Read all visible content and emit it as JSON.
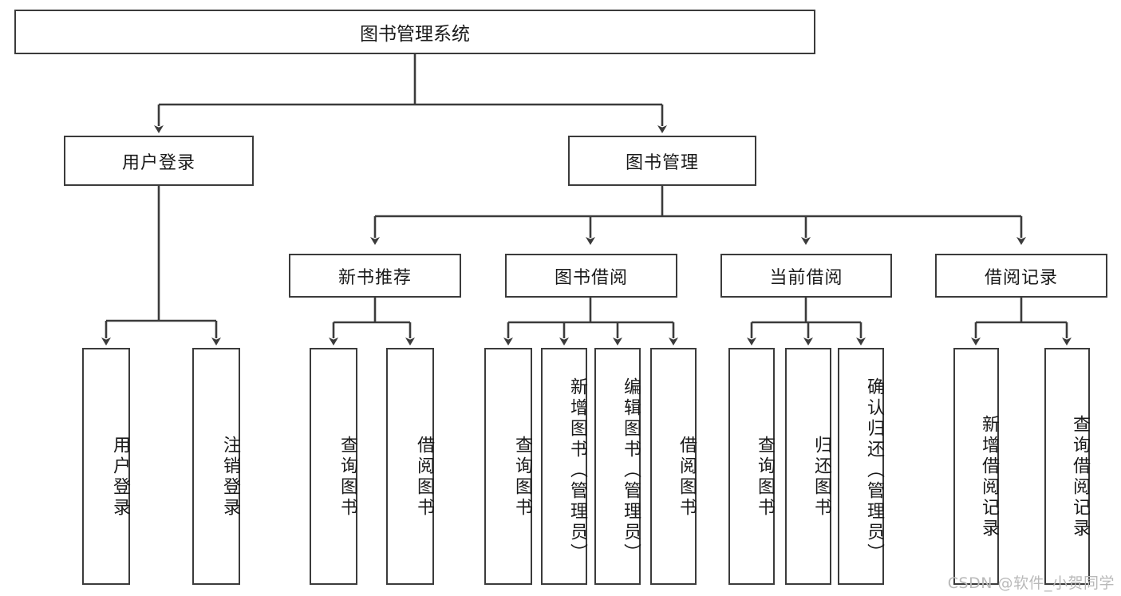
{
  "diagram": {
    "type": "tree",
    "title": "图书管理系统",
    "root": {
      "label": "图书管理系统"
    },
    "level2": [
      {
        "label": "用户登录"
      },
      {
        "label": "图书管理"
      }
    ],
    "level3": [
      {
        "label": "新书推荐"
      },
      {
        "label": "图书借阅"
      },
      {
        "label": "当前借阅"
      },
      {
        "label": "借阅记录"
      }
    ],
    "leaves": [
      {
        "label": "用户登录",
        "parent": "用户登录"
      },
      {
        "label": "注销登录",
        "parent": "用户登录"
      },
      {
        "label": "查询图书",
        "parent": "新书推荐"
      },
      {
        "label": "借阅图书",
        "parent": "新书推荐"
      },
      {
        "label": "查询图书",
        "parent": "图书借阅"
      },
      {
        "label": "新增图书（管理员）",
        "parent": "图书借阅"
      },
      {
        "label": "编辑图书（管理员）",
        "parent": "图书借阅"
      },
      {
        "label": "借阅图书",
        "parent": "图书借阅"
      },
      {
        "label": "查询图书",
        "parent": "当前借阅"
      },
      {
        "label": "归还图书",
        "parent": "当前借阅"
      },
      {
        "label": "确认归还（管理员）",
        "parent": "当前借阅"
      },
      {
        "label": "新增借阅记录",
        "parent": "借阅记录"
      },
      {
        "label": "查询借阅记录",
        "parent": "借阅记录"
      }
    ]
  },
  "watermark": {
    "text": "CSDN @软件_小贺同学"
  },
  "colors": {
    "stroke": "#3b3b3b",
    "background": "#ffffff",
    "text": "#1a1a1a",
    "watermark": "#b9b9b9"
  }
}
